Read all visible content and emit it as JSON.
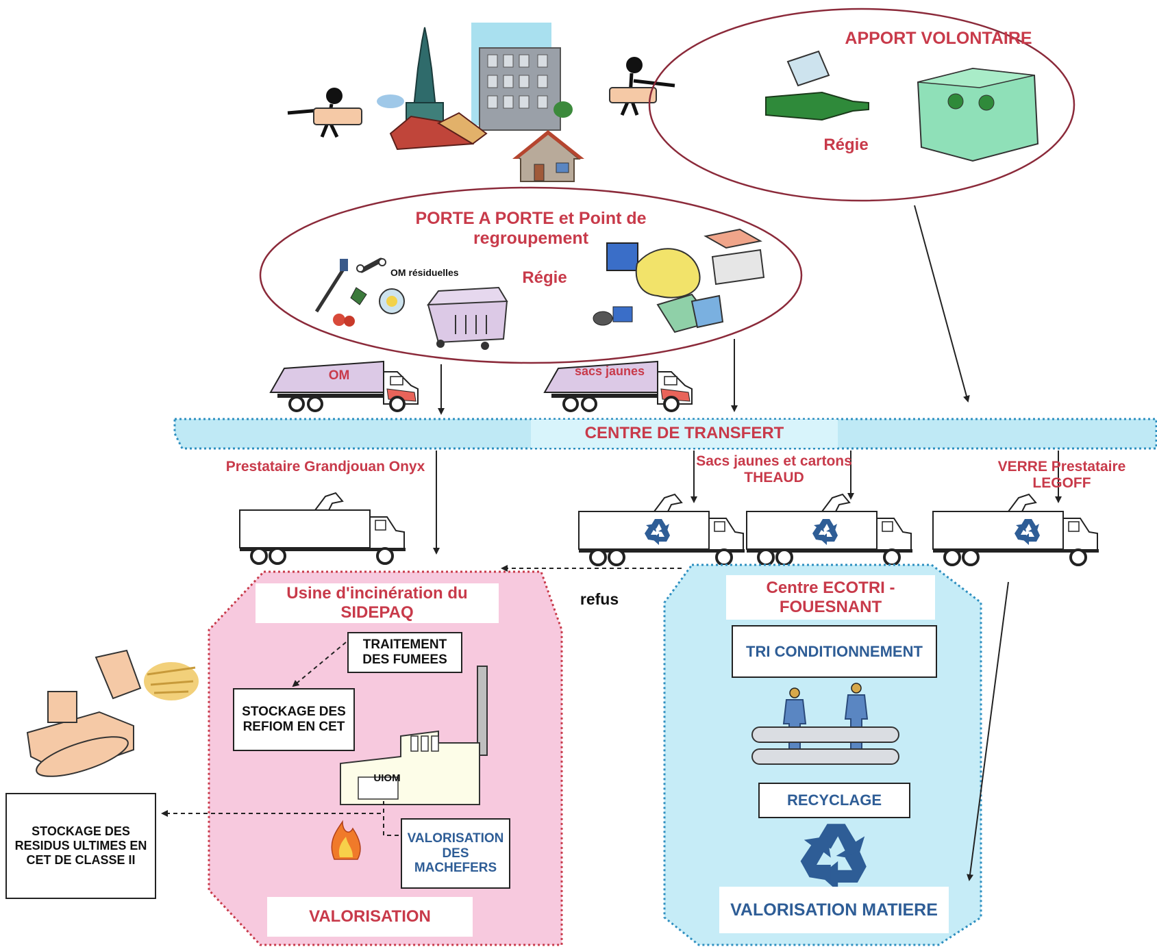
{
  "apport_volontaire": {
    "title": "APPORT VOLONTAIRE",
    "mode": "Régie"
  },
  "porte_a_porte": {
    "title": "PORTE A PORTE et Point de regroupement",
    "om_label": "OM résiduelles",
    "mode": "Régie"
  },
  "trucks": {
    "om": "OM",
    "sacs_jaunes": "sacs jaunes"
  },
  "centre_transfert": "CENTRE  DE TRANSFERT",
  "prestataires": {
    "grandjouan": "Prestataire Grandjouan Onyx",
    "theaud": "Sacs jaunes et cartons THEAUD",
    "verre": "VERRE Prestataire LEGOFF"
  },
  "refus": "refus",
  "usine": {
    "title": "Usine d'incinération du SIDEPAQ",
    "traitement": "TRAITEMENT DES FUMEES",
    "stockage_refiom": "STOCKAGE DES REFIOM EN CET",
    "uiom": "UIOM",
    "machefers": "VALORISATION DES MACHEFERS",
    "valorisation": "VALORISATION"
  },
  "stockage_residus": "STOCKAGE DES RESIDUS ULTIMES EN CET DE CLASSE II",
  "ecotri": {
    "title": "Centre ECOTRI - FOUESNANT",
    "tri": "TRI CONDITIONNEMENT",
    "recyclage": "RECYCLAGE",
    "valorisation_matiere": "VALORISATION MATIERE"
  },
  "colors": {
    "red_text": "#c83a4a",
    "blue_text": "#2e5d96",
    "pink_zone": "#f7c9de",
    "cyan_zone": "#c6ecf7",
    "truck_body": "#dcc9e6"
  },
  "icons": [
    "town-illustration",
    "person-carrying-box-icon",
    "glass-bottle-icon",
    "recycling-container-icon",
    "toothbrush-icon",
    "bone-icon",
    "lightbulb-icon",
    "tomato-icon",
    "waste-bin-icon",
    "recyclables-pile-icon",
    "truck-icon",
    "recycle-symbol-icon",
    "factory-icon",
    "fire-icon",
    "bulldozer-icon",
    "hay-icon",
    "workers-icon",
    "sorting-belt-icon"
  ]
}
